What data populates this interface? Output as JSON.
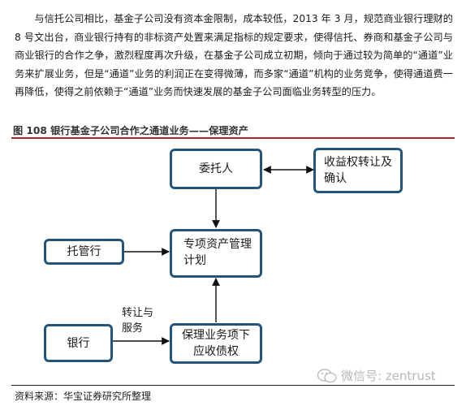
{
  "paragraph": "与信托公司相比，基金子公司没有资本金限制，成本较低，2013 年 3 月，规范商业银行理财的 8 号文出台，商业银行持有的非标资产处置来满足指标的规定要求，使得信托、券商和基金子公司与商业银行的合作之争，激烈程度再次升级，在基金子公司成立初期，倾向于通过较为简单的“通道”业务来扩展业务，但是“通道”业务的利润正在变得微薄，而多家“通道”机构的业务竞争，使得通道费一再降低，使得之前依赖于“通道”业务而快速发展的基金子公司面临业务转型的压力。",
  "figure": {
    "caption": "图 108   银行基金子公司合作之通道业务——保理资产",
    "nodes": {
      "trustor": "委托人",
      "transfer_confirm": "收益权转让及确认",
      "custodian": "托管行",
      "special_plan": "专项资产管理计划",
      "bank": "银行",
      "factoring": "保理业务项下应收债权"
    },
    "edge_label": "转让与服务"
  },
  "source": "资料来源：华宝证券研究所整理",
  "watermark": {
    "icon": "wechat-icon",
    "text": "微信号: zentrust"
  },
  "colors": {
    "box_border": "#23557a",
    "caption_rule": "#b8202a"
  }
}
